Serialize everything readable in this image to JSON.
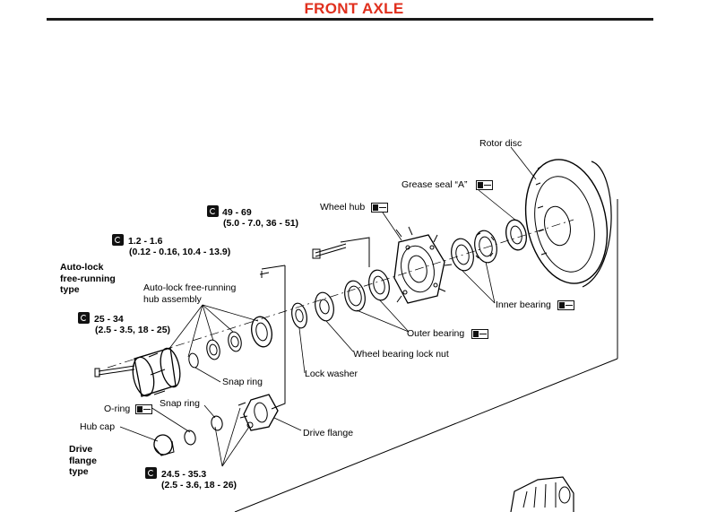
{
  "header": {
    "title": "FRONT AXLE"
  },
  "labels": {
    "rotor_disc": "Rotor disc",
    "grease_seal": "Grease seal “A”",
    "wheel_hub": "Wheel hub",
    "inner_bearing": "Inner bearing",
    "outer_bearing": "Outer bearing",
    "wheel_bearing_lock_nut": "Wheel bearing lock nut",
    "lock_washer": "Lock washer",
    "autolock_assembly": "Auto-lock free-running\nhub assembly",
    "autolock_type": "Auto-lock\nfree-running\ntype",
    "snap_ring_1": "Snap ring",
    "snap_ring_2": "Snap ring",
    "o_ring": "O-ring",
    "hub_cap": "Hub cap",
    "drive_flange": "Drive flange",
    "drive_flange_type": "Drive\nflange\ntype"
  },
  "torques": {
    "t1": {
      "value": "49 - 69",
      "alt": "(5.0 - 7.0, 36 - 51)"
    },
    "t2": {
      "value": "1.2 - 1.6",
      "alt": "(0.12 - 0.16, 10.4 - 13.9)"
    },
    "t3": {
      "value": "25 - 34",
      "alt": "(2.5 - 3.5, 18 - 25)"
    },
    "t4": {
      "value": "24.5 - 35.3",
      "alt": "(2.5 - 3.6, 18 - 26)"
    }
  },
  "icons": {
    "torque": "torque-wrench-icon",
    "grease": "grease-gun-icon"
  },
  "colors": {
    "title": "#e0301e",
    "rule": "#1a1a1a",
    "ink": "#000000"
  }
}
